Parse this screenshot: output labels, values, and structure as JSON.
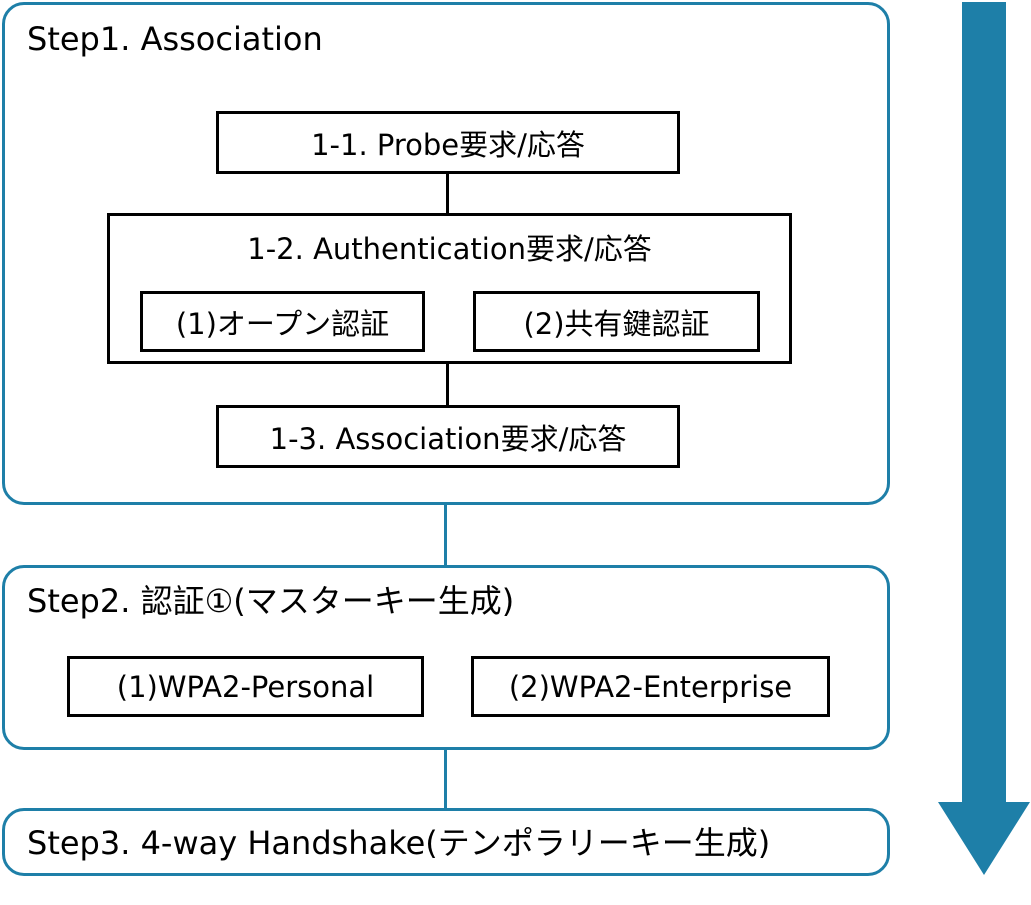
{
  "colors": {
    "accent": "#1e7fa8",
    "box_border": "#000000",
    "background": "#ffffff"
  },
  "step1": {
    "title": "Step1. Association",
    "probe_label": "1-1. Probe要求/応答",
    "authentication": {
      "title": "1-2. Authentication要求/応答",
      "open_auth_label": "(1)オープン認証",
      "shared_key_label": "(2)共有鍵認証"
    },
    "association_label": "1-3. Association要求/応答"
  },
  "step2": {
    "title": "Step2. 認証①(マスターキー生成)",
    "wpa2_personal_label": "(1)WPA2-Personal",
    "wpa2_enterprise_label": "(2)WPA2-Enterprise"
  },
  "step3": {
    "title": "Step3. 4-way Handshake(テンポラリーキー生成)"
  }
}
